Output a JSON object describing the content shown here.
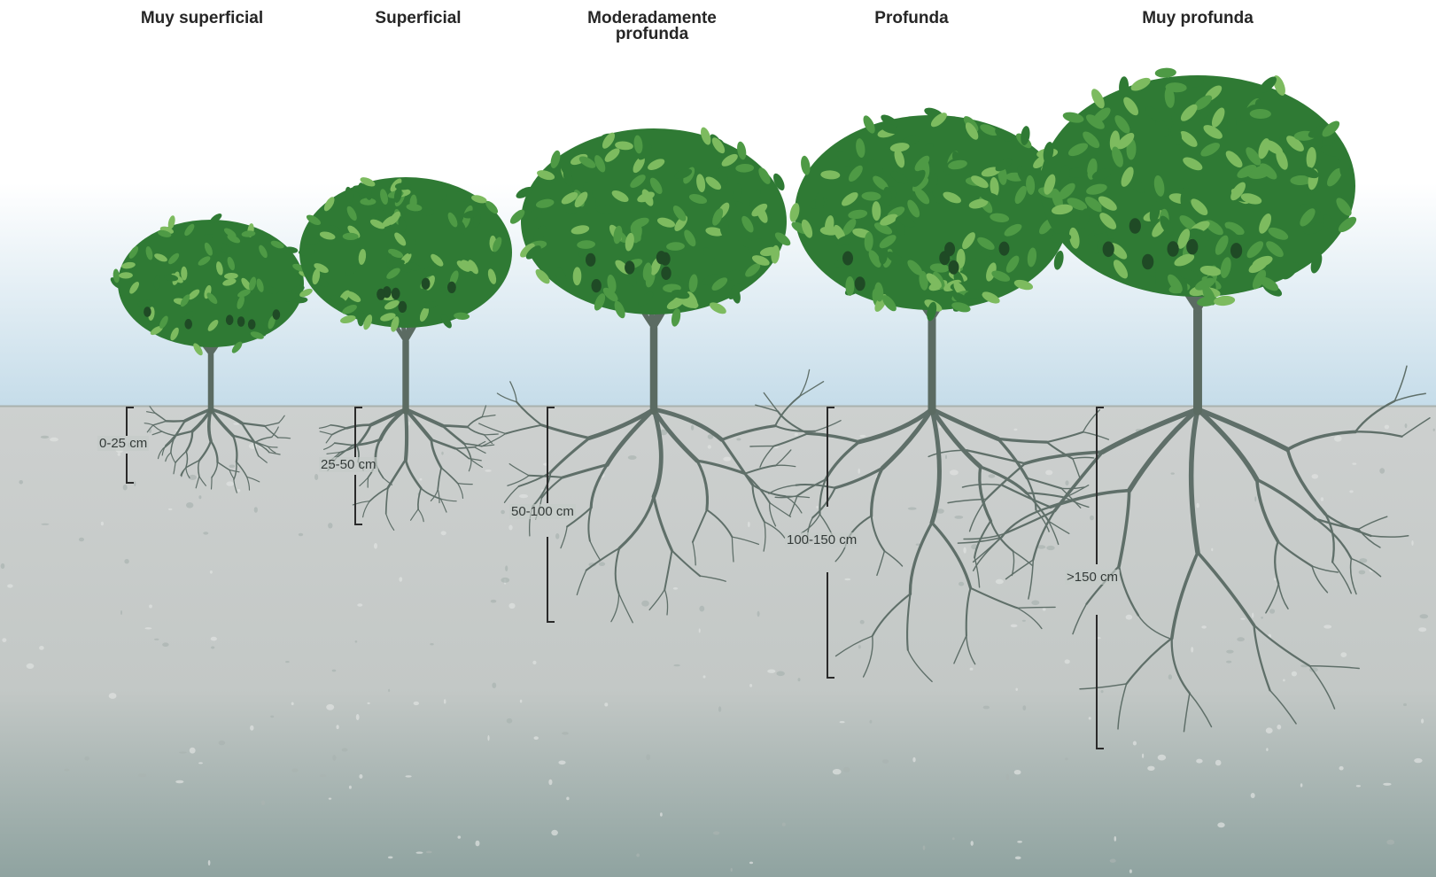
{
  "colors": {
    "sky_top": "#ffffff",
    "sky_bottom": "#c5dce9",
    "soil_top": "#cdd0cf",
    "soil_bottom": "#8fa3a0",
    "foliage_dark": "#2f7a34",
    "foliage_mid": "#4e9a45",
    "foliage_light": "#7dbb5f",
    "trunk": "#5b6b62",
    "root": "#5f6f69",
    "bracket": "#2a2a2a"
  },
  "categories": [
    {
      "heading": "Muy superficial",
      "depth": "0-25 cm"
    },
    {
      "heading": "Superficial",
      "depth": "25-50 cm"
    },
    {
      "heading": "Moderadamente\nprofunda",
      "depth": "50-100 cm"
    },
    {
      "heading": "Profunda",
      "depth": "100-150 cm"
    },
    {
      "heading": "Muy profunda",
      "depth": ">150 cm"
    }
  ]
}
